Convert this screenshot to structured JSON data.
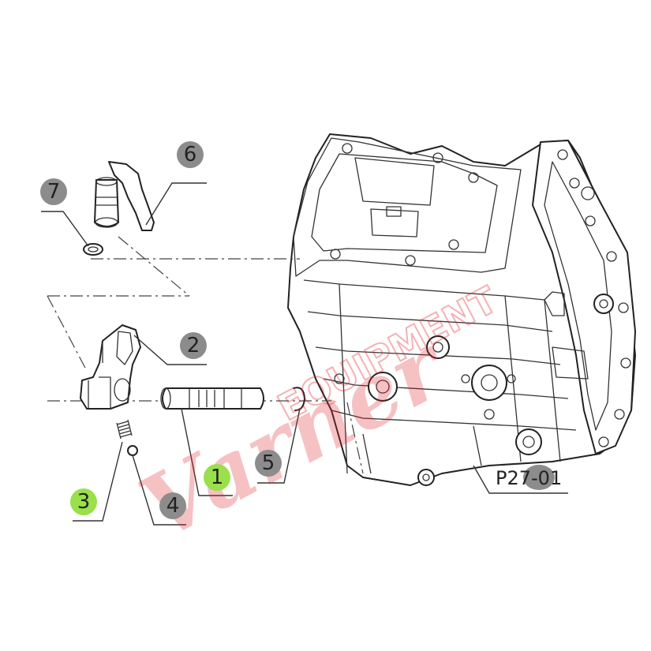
{
  "figure": {
    "reference_code": "P27-01",
    "colors": {
      "line": "#222222",
      "callout_default": "#8c8c8c",
      "callout_highlight": "#99e04a",
      "watermark": "#e2232a"
    },
    "callouts": [
      {
        "id": "1",
        "label": "1",
        "highlighted": true
      },
      {
        "id": "2",
        "label": "2",
        "highlighted": false
      },
      {
        "id": "3",
        "label": "3",
        "highlighted": true
      },
      {
        "id": "4",
        "label": "4",
        "highlighted": false
      },
      {
        "id": "5",
        "label": "5",
        "highlighted": false
      },
      {
        "id": "6",
        "label": "6",
        "highlighted": false
      },
      {
        "id": "7",
        "label": "7",
        "highlighted": false
      }
    ],
    "watermark": {
      "script_text": "Varner",
      "block_text": "EQUIPMENT"
    }
  }
}
